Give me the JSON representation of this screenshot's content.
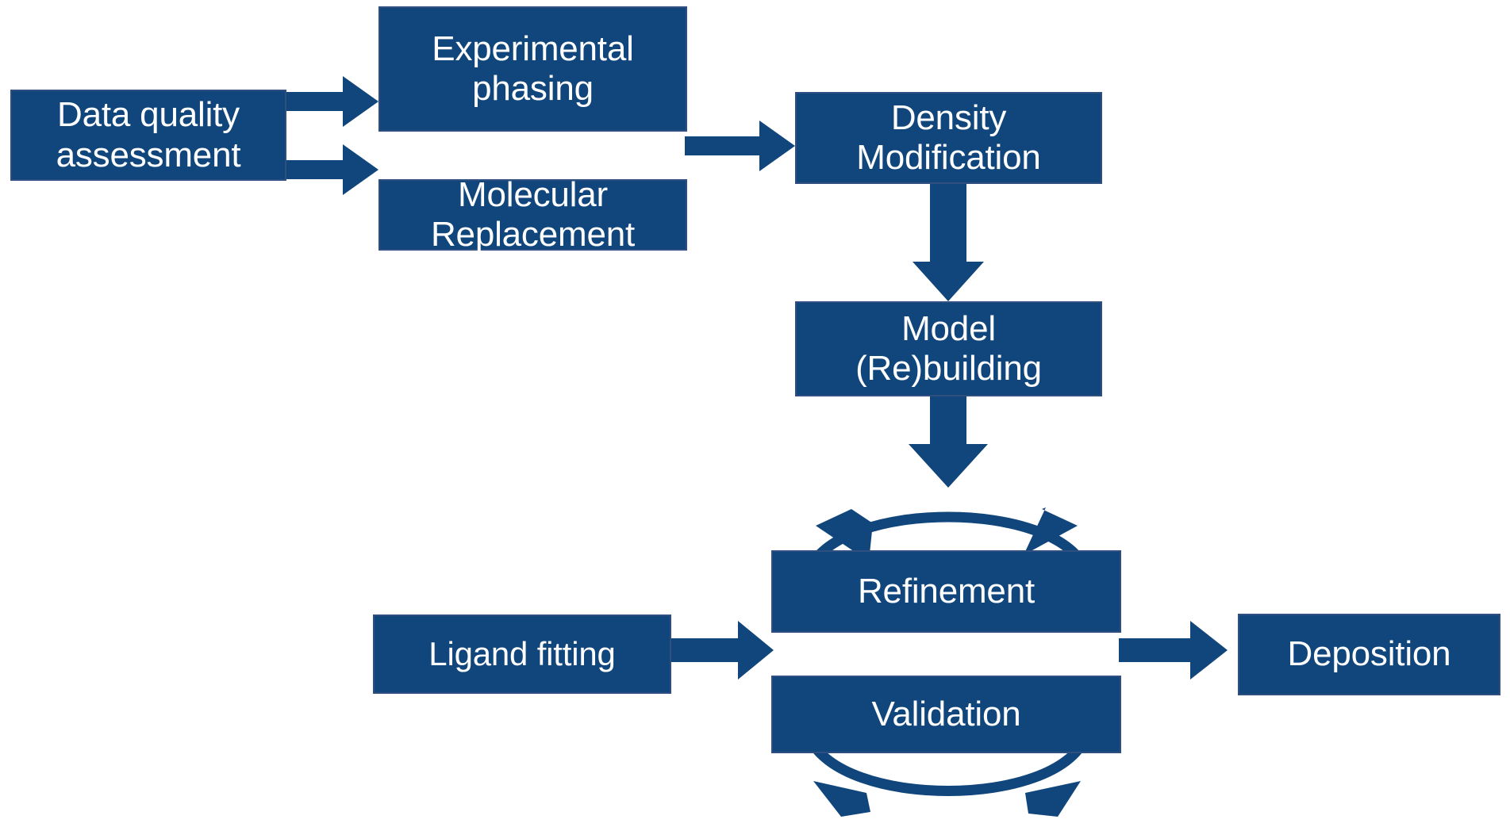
{
  "diagram": {
    "title": "Macromolecular structure determination workflow",
    "colors": {
      "node_fill": "#10467C",
      "node_border": "#2E4F80",
      "node_text": "#FFFFFF",
      "arrow": "#10467C",
      "background": "#FFFFFF"
    },
    "nodes": [
      {
        "id": "data-quality",
        "label": "Data quality\nassessment"
      },
      {
        "id": "exp-phasing",
        "label": "Experimental\nphasing"
      },
      {
        "id": "mol-replacement",
        "label": "Molecular\nReplacement"
      },
      {
        "id": "density-mod",
        "label": "Density\nModification"
      },
      {
        "id": "model-rebuilding",
        "label": "Model\n(Re)building"
      },
      {
        "id": "refinement",
        "label": "Refinement"
      },
      {
        "id": "validation",
        "label": "Validation"
      },
      {
        "id": "ligand-fitting",
        "label": "Ligand fitting"
      },
      {
        "id": "deposition",
        "label": "Deposition"
      }
    ],
    "edges": [
      {
        "id": "e1",
        "from": "data-quality",
        "to": "exp-phasing",
        "kind": "straight-right"
      },
      {
        "id": "e2",
        "from": "data-quality",
        "to": "mol-replacement",
        "kind": "straight-right"
      },
      {
        "id": "e3",
        "from": "exp-phasing",
        "to": "density-mod",
        "kind": "straight-right"
      },
      {
        "id": "e4",
        "from": "mol-replacement",
        "to": "density-mod",
        "kind": "straight-right"
      },
      {
        "id": "e5",
        "from": "density-mod",
        "to": "model-rebuilding",
        "kind": "straight-down"
      },
      {
        "id": "e6",
        "from": "model-rebuilding",
        "to": "refinement",
        "kind": "straight-down"
      },
      {
        "id": "e7",
        "from": "ligand-fitting",
        "to": "refinement",
        "kind": "straight-right"
      },
      {
        "id": "e8",
        "from": "validation",
        "to": "deposition",
        "kind": "straight-right"
      },
      {
        "id": "e9",
        "from": "refinement",
        "to": "validation",
        "kind": "cycle-top-arc"
      },
      {
        "id": "e10",
        "from": "validation",
        "to": "refinement",
        "kind": "cycle-bottom-arc"
      }
    ]
  }
}
